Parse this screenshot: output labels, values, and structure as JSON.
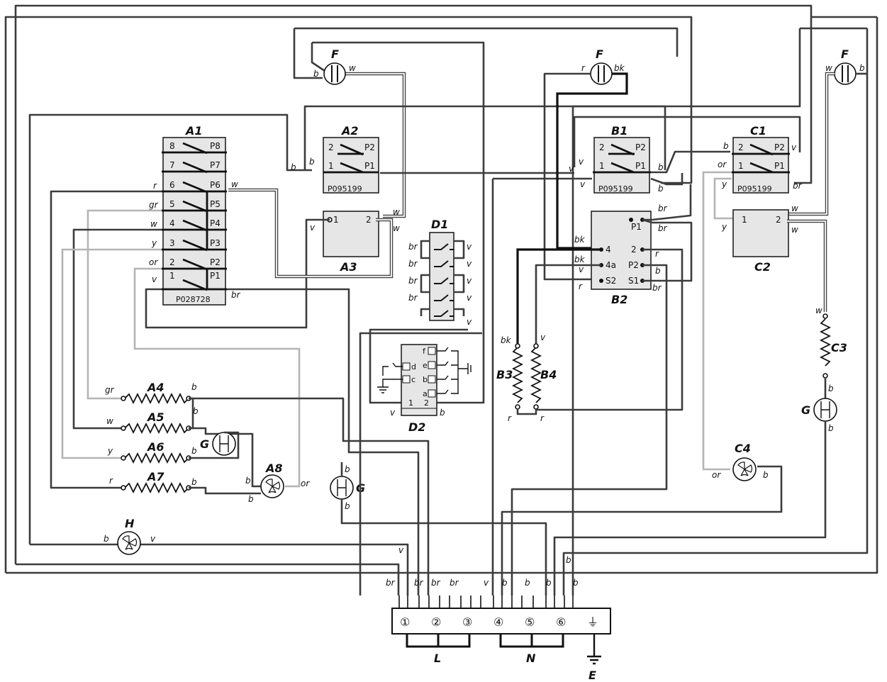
{
  "components": {
    "A1": {
      "title": "A1",
      "code": "P028728",
      "pins": [
        "8",
        "7",
        "6",
        "5",
        "4",
        "3",
        "2",
        "1"
      ],
      "poles": [
        "P8",
        "P7",
        "P6",
        "P5",
        "P4",
        "P3",
        "P2",
        "P1"
      ]
    },
    "A2": {
      "title": "A2",
      "code": "P095199",
      "pin1": "1",
      "pin2": "2",
      "p1": "P1",
      "p2": "P2"
    },
    "B1": {
      "title": "B1",
      "code": "P095199",
      "pin1": "1",
      "pin2": "2",
      "p1": "P1",
      "p2": "P2"
    },
    "C1": {
      "title": "C1",
      "code": "P095199",
      "pin1": "1",
      "pin2": "2",
      "p1": "P1",
      "p2": "P2"
    },
    "A3": {
      "title": "A3",
      "pin1": "1",
      "pin2": "2"
    },
    "C2": {
      "title": "C2",
      "pin1": "1",
      "pin2": "2"
    },
    "B2": {
      "title": "B2",
      "p1": "P1",
      "t4": "4",
      "t4a": "4a",
      "s2": "S2",
      "t2": "2",
      "p2": "P2",
      "s1": "S1"
    },
    "D1": {
      "title": "D1"
    },
    "D2": {
      "title": "D2",
      "left": [
        "d",
        "c"
      ],
      "right": [
        "f",
        "e",
        "b",
        "a"
      ],
      "t1": "1",
      "t2": "2"
    },
    "F_left": {
      "title": "F"
    },
    "F_mid": {
      "title": "F"
    },
    "F_right": {
      "title": "F"
    },
    "A4": {
      "title": "A4"
    },
    "A5": {
      "title": "A5"
    },
    "A6": {
      "title": "A6"
    },
    "A7": {
      "title": "A7"
    },
    "A8": {
      "title": "A8"
    },
    "H": {
      "title": "H"
    },
    "C3": {
      "title": "C3"
    },
    "C4": {
      "title": "C4"
    },
    "B3": {
      "title": "B3"
    },
    "B4": {
      "title": "B4"
    },
    "G1": {
      "title": "G"
    },
    "G2": {
      "title": "G"
    },
    "G3": {
      "title": "G"
    }
  },
  "wire_labels": {
    "b": "b",
    "w": "w",
    "r": "r",
    "bk": "bk",
    "v": "v",
    "br": "br",
    "gr": "gr",
    "y": "y",
    "or": "or"
  },
  "terminal_block": {
    "terminals": [
      "①",
      "②",
      "③",
      "④",
      "⑤",
      "⑥",
      "⏚"
    ],
    "group_L": "L",
    "group_N": "N",
    "group_E": "E"
  },
  "colors": {
    "wire": "#3c3c3c",
    "wire_dark": "#111111",
    "wire_light": "#b4b4b4",
    "box_fill": "#e6e6e6"
  }
}
